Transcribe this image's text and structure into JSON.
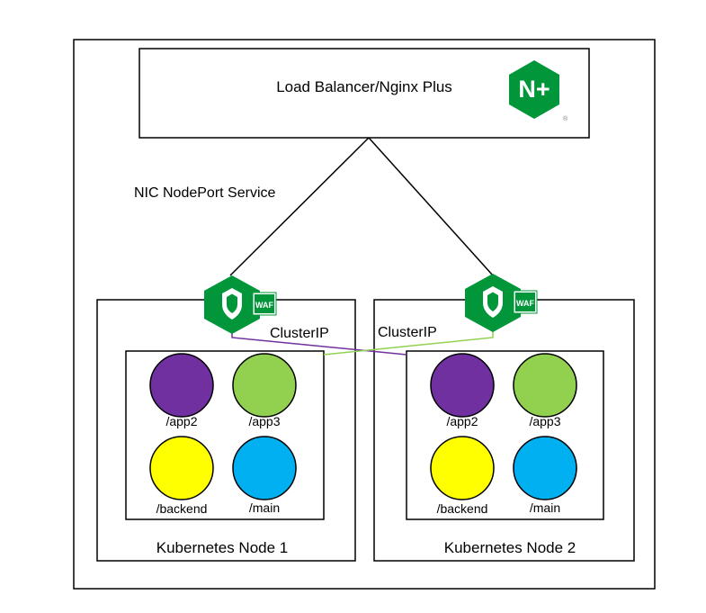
{
  "title_box": {
    "label": "Load Balancer/Nginx Plus"
  },
  "logo": {
    "text": "N+",
    "registered": "®",
    "color": "#009639"
  },
  "service_label": "NIC NodePort Service",
  "waf_badge": "WAF",
  "cluster_ip_left": "ClusterIP",
  "cluster_ip_right": "ClusterIP",
  "nodes": [
    {
      "label": "Kubernetes Node 1",
      "pods": [
        {
          "label": "/app2",
          "color": "#7030a0"
        },
        {
          "label": "/app3",
          "color": "#92d050"
        },
        {
          "label": "/backend",
          "color": "#ffff00"
        },
        {
          "label": "/main",
          "color": "#00b0f0"
        }
      ]
    },
    {
      "label": "Kubernetes Node 2",
      "pods": [
        {
          "label": "/app2",
          "color": "#7030a0"
        },
        {
          "label": "/app3",
          "color": "#92d050"
        },
        {
          "label": "/backend",
          "color": "#ffff00"
        },
        {
          "label": "/main",
          "color": "#00b0f0"
        }
      ]
    }
  ],
  "colors": {
    "nginx_green": "#009639",
    "link_purple": "#7030a0",
    "link_green": "#92d050"
  }
}
